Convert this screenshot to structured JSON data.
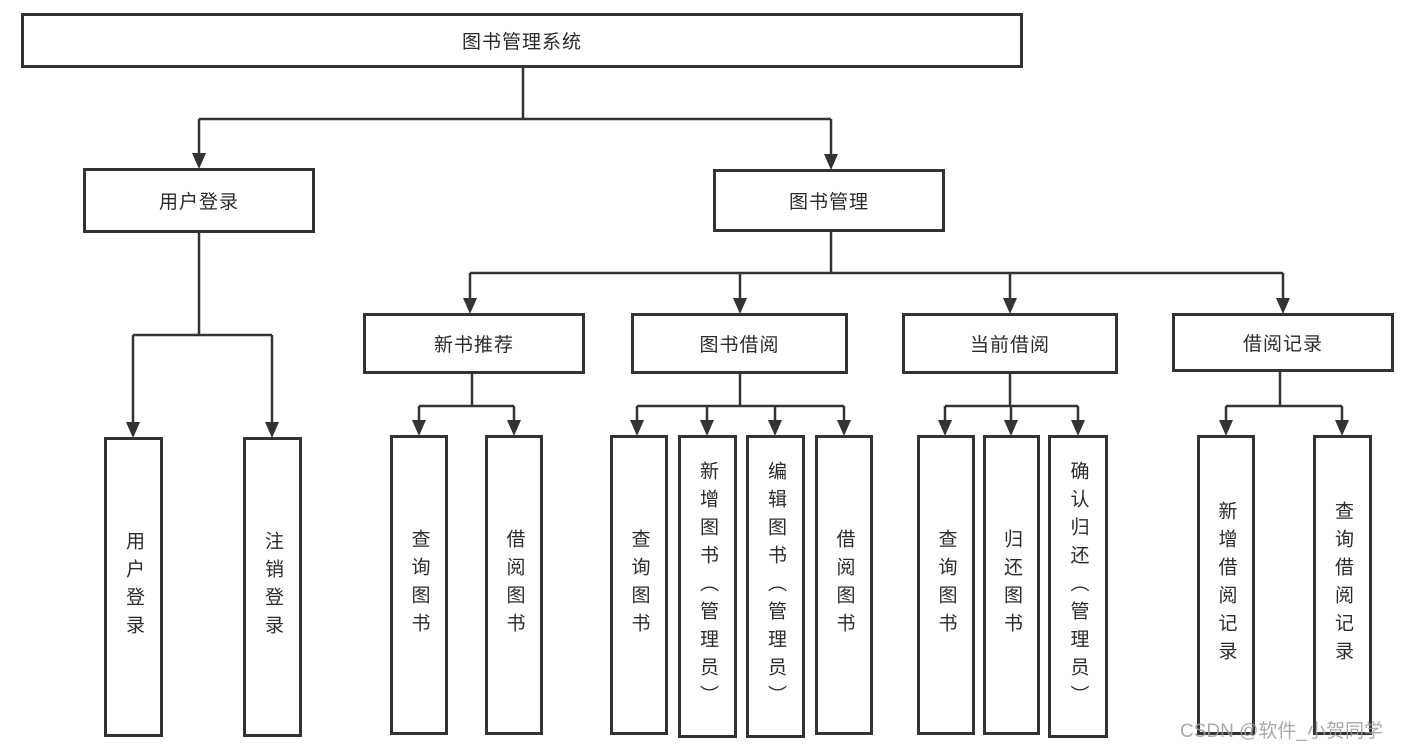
{
  "diagram": {
    "root": {
      "label": "图书管理系统"
    },
    "level2": {
      "user_login": {
        "label": "用户登录"
      },
      "book_mgmt": {
        "label": "图书管理"
      }
    },
    "level3": {
      "new_book_rec": {
        "label": "新书推荐"
      },
      "book_borrow": {
        "label": "图书借阅"
      },
      "current_borrow": {
        "label": "当前借阅"
      },
      "borrow_records": {
        "label": "借阅记录"
      }
    },
    "leaves": {
      "login": {
        "label": "用户登录"
      },
      "logout": {
        "label": "注销登录"
      },
      "rec_query": {
        "label": "查询图书"
      },
      "rec_borrow": {
        "label": "借阅图书"
      },
      "bor_query": {
        "label": "查询图书"
      },
      "bor_add": {
        "label": "新增图书（管理员）"
      },
      "bor_edit": {
        "label": "编辑图书（管理员）"
      },
      "bor_borrow": {
        "label": "借阅图书"
      },
      "cur_query": {
        "label": "查询图书"
      },
      "cur_return": {
        "label": "归还图书"
      },
      "cur_confirm": {
        "label": "确认归还（管理员）"
      },
      "rec2_add": {
        "label": "新增借阅记录"
      },
      "rec2_query": {
        "label": "查询借阅记录"
      }
    }
  },
  "watermark": {
    "text": "CSDN @软件_小贺同学"
  },
  "colors": {
    "line": "#333333",
    "box_border": "#333333",
    "box_fill": "#ffffff",
    "text": "#2b2b2b",
    "watermark": "#9e9e9e",
    "background": "#ffffff"
  }
}
